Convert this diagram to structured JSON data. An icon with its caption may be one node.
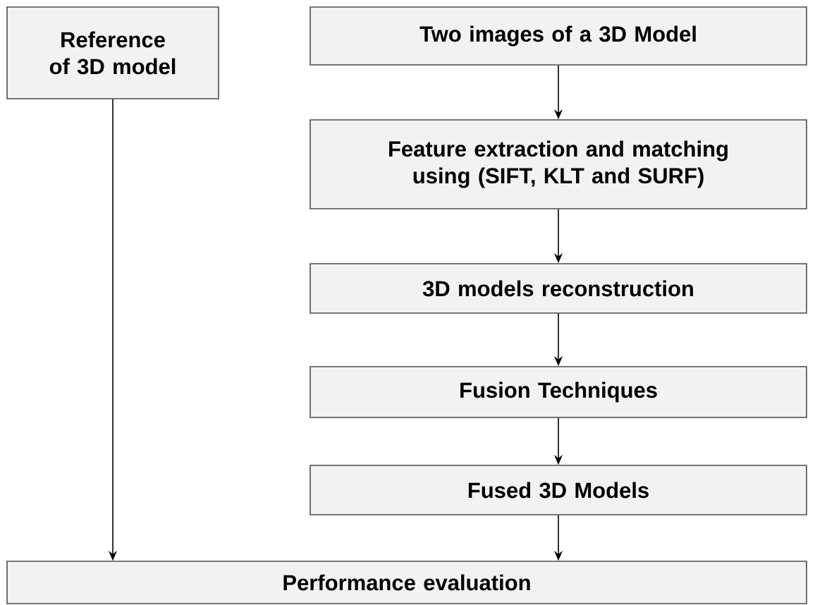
{
  "diagram": {
    "nodes": [
      {
        "text": [
          "Reference of 3D model"
        ]
      },
      {
        "text": [
          "Two images of a 3D Model"
        ]
      },
      {
        "text": [
          "Feature extraction and matching using (SIFT, KLT and SURF)"
        ]
      },
      {
        "text": [
          "3D models reconstruction"
        ]
      },
      {
        "text": [
          "Fusion Techniques"
        ]
      },
      {
        "text": [
          "Fused 3D Models"
        ]
      },
      {
        "text": [
          "Performance evaluation"
        ]
      }
    ],
    "edges": [
      {
        "from": 0,
        "to": 6,
        "arrow": "to"
      },
      {
        "from": 1,
        "to": 2,
        "arrow": "to"
      },
      {
        "from": 2,
        "to": 3,
        "arrow": "to"
      },
      {
        "from": 3,
        "to": 4,
        "arrow": "to"
      },
      {
        "from": 4,
        "to": 5,
        "arrow": "to"
      },
      {
        "from": 5,
        "to": 6,
        "arrow": "to"
      }
    ]
  }
}
